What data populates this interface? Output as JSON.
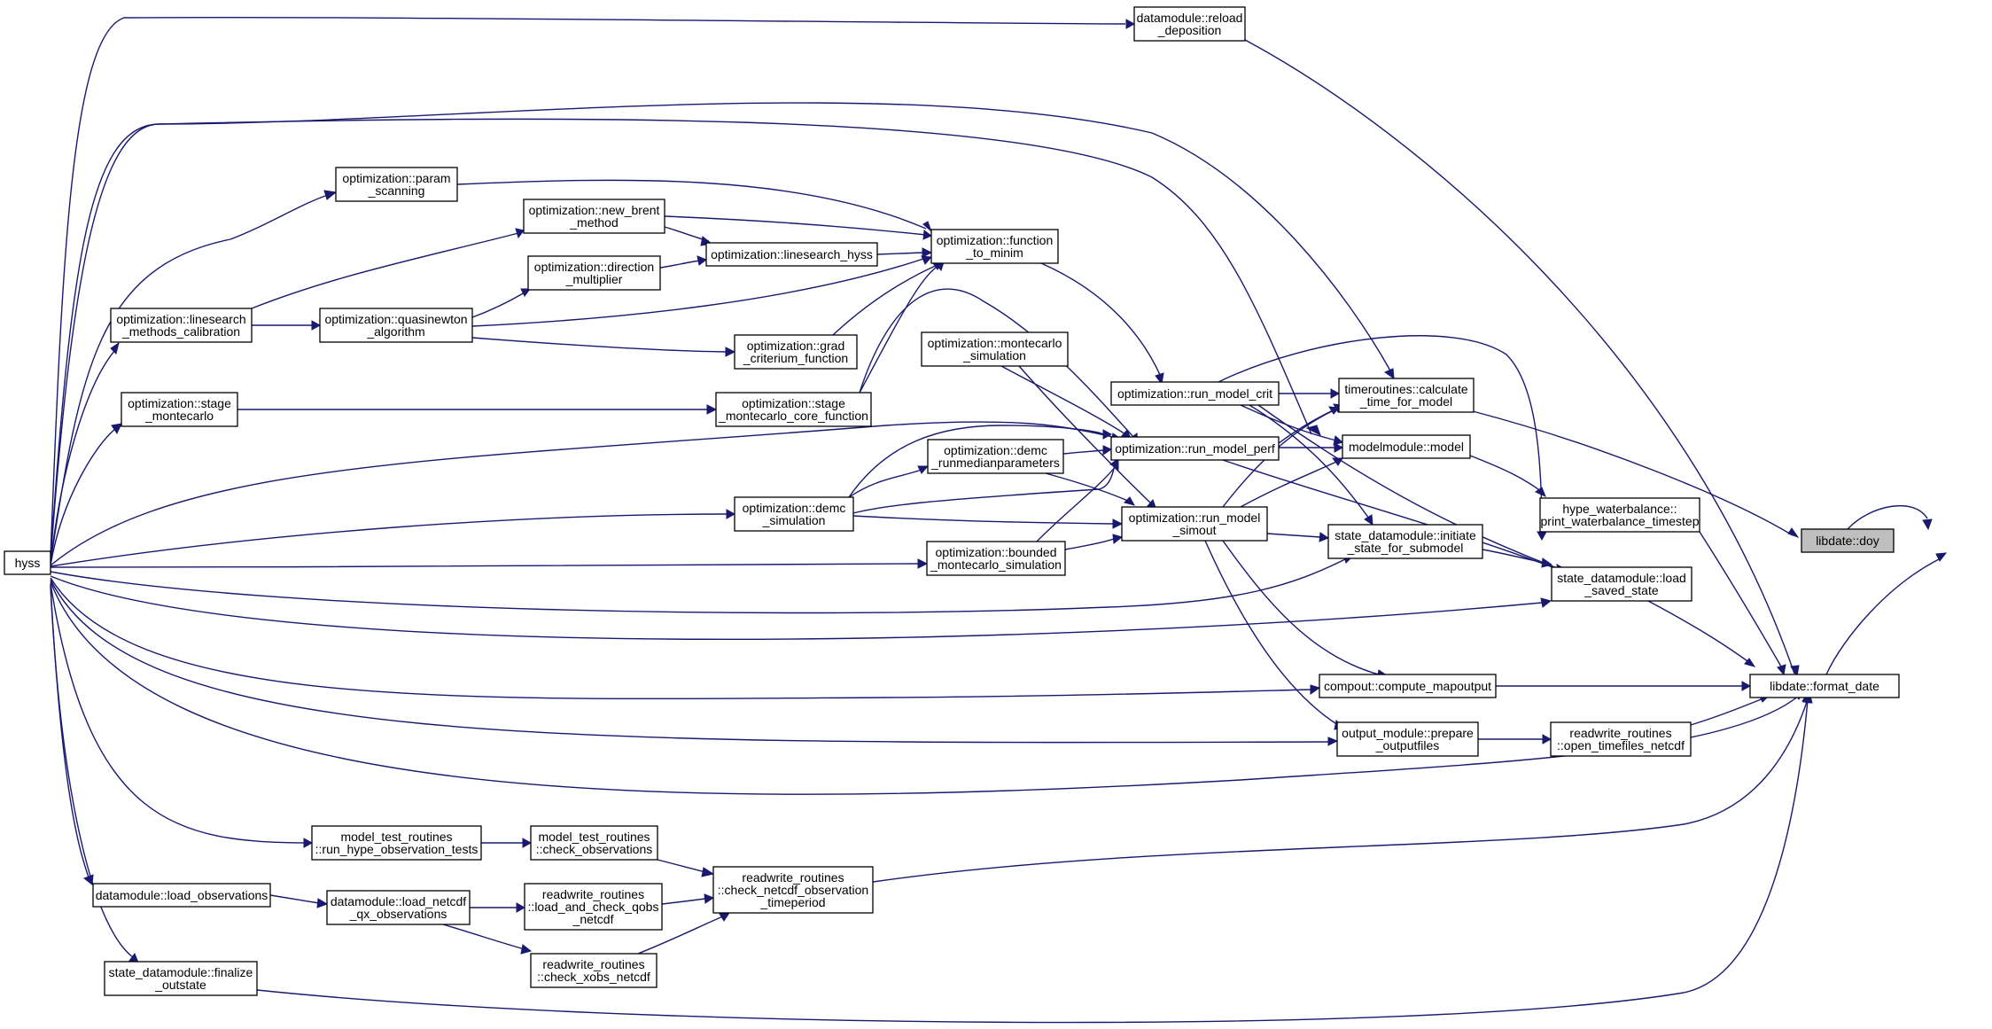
{
  "graph": {
    "edge_color": "#191970",
    "highlight_fill": "#bfbfbf",
    "nodes": {
      "hyss": [
        "hyss"
      ],
      "reload": [
        "datamodule::reload",
        "_deposition"
      ],
      "param": [
        "optimization::param",
        "_scanning"
      ],
      "newbrent": [
        "optimization::new_brent",
        "_method"
      ],
      "function": [
        "optimization::function",
        "_to_minim"
      ],
      "linesearch_hyss": [
        "optimization::linesearch_hyss"
      ],
      "direction": [
        "optimization::direction",
        "_multiplier"
      ],
      "linesearch_cal": [
        "optimization::linesearch",
        "_methods_calibration"
      ],
      "quasi": [
        "optimization::quasinewton",
        "_algorithm"
      ],
      "grad": [
        "optimization::grad",
        "_criterium_function"
      ],
      "mc_sim": [
        "optimization::montecarlo",
        "_simulation"
      ],
      "stage_mc": [
        "optimization::stage",
        "_montecarlo"
      ],
      "stage_core": [
        "optimization::stage",
        "_montecarlo_core_function"
      ],
      "run_crit": [
        "optimization::run_model_crit"
      ],
      "timeroutines": [
        "timeroutines::calculate",
        "_time_for_model"
      ],
      "demc_run": [
        "optimization::demc",
        "_runmedianparameters"
      ],
      "run_perf": [
        "optimization::run_model_perf"
      ],
      "modelmodule": [
        "modelmodule::model"
      ],
      "hype_wb": [
        "hype_waterbalance::",
        "print_waterbalance_timestep"
      ],
      "libdate_doy": [
        "libdate::doy"
      ],
      "demc_sim": [
        "optimization::demc",
        "_simulation"
      ],
      "run_simout": [
        "optimization::run_model",
        "_simout"
      ],
      "initiate": [
        "state_datamodule::initiate",
        "_state_for_submodel"
      ],
      "bounded": [
        "optimization::bounded",
        "_montecarlo_simulation"
      ],
      "load_saved": [
        "state_datamodule::load",
        "_saved_state"
      ],
      "compute_map": [
        "compout::compute_mapoutput"
      ],
      "format_date": [
        "libdate::format_date"
      ],
      "prepare": [
        "output_module::prepare",
        "_outputfiles"
      ],
      "open_timefiles": [
        "readwrite_routines",
        "::open_timefiles_netcdf"
      ],
      "run_hype_obs": [
        "model_test_routines",
        "::run_hype_observation_tests"
      ],
      "check_obs": [
        "model_test_routines",
        "::check_observations"
      ],
      "check_netcdf": [
        "readwrite_routines",
        "::check_netcdf_observation",
        "_timeperiod"
      ],
      "load_obs": [
        "datamodule::load_observations"
      ],
      "load_netcdf": [
        "datamodule::load_netcdf",
        "_qx_observations"
      ],
      "load_check_qobs": [
        "readwrite_routines",
        "::load_and_check_qobs",
        "_netcdf"
      ],
      "check_xobs": [
        "readwrite_routines",
        "::check_xobs_netcdf"
      ],
      "finalize": [
        "state_datamodule::finalize",
        "_outstate"
      ]
    }
  }
}
